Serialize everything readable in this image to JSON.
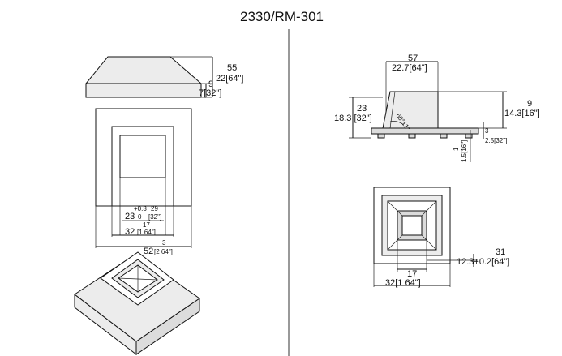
{
  "title": "2330/RM-301",
  "left": {
    "height": "55",
    "height_frac": "22[64\"]",
    "lip": "9",
    "lip_frac": "7[32\"]",
    "inner_tol": "+0.3",
    "inner_tol_b": "0",
    "inner": "23",
    "inner_frac_num": "29",
    "inner_frac_den": "[32\"]",
    "bore_num": "17",
    "bore": "32",
    "bore_frac": "[1 64\"]",
    "width_num": "3",
    "width": "52",
    "width_frac": "[2 64\"]"
  },
  "right": {
    "width_top": "57",
    "width_top_frac": "22.7[64\"]",
    "side": "23",
    "side_frac": "18.3 [32\"]",
    "angle": "60°±1°",
    "height_r_num": "9",
    "height_r": "14.3[16\"]",
    "step_num": "3",
    "step": "2.5[32\"]",
    "base_num": "1",
    "base": "1.5[16\"]",
    "plan_num": "31",
    "plan": "12.3+0.2[64\"]",
    "plan_w_num": "17",
    "plan_w": "32[1 64\"]"
  }
}
